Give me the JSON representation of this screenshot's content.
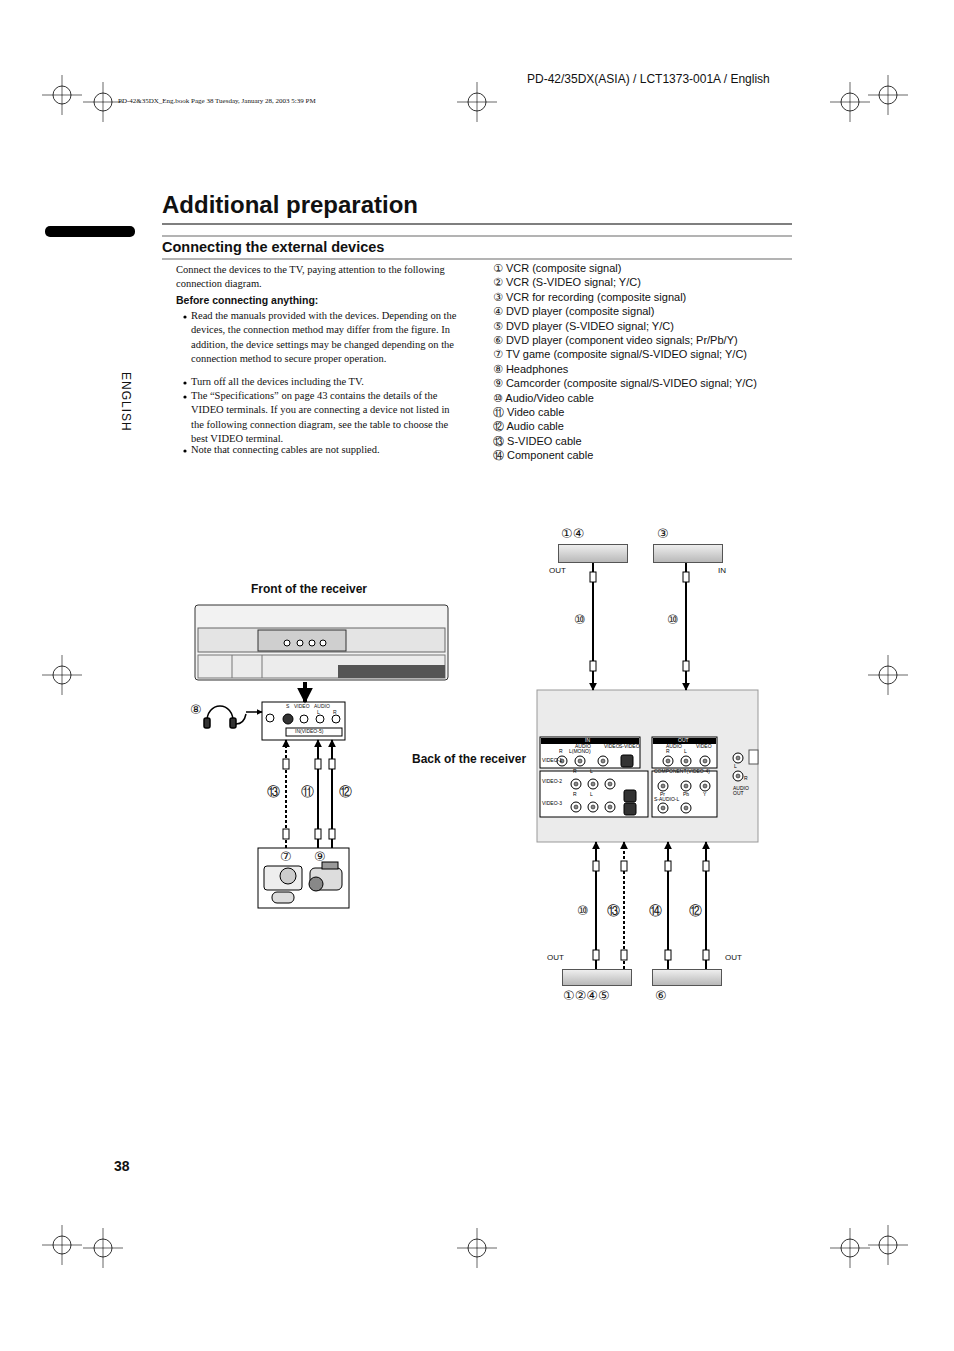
{
  "diagram": {
    "title": "Additional preparation",
    "nodes": [
      {
        "text": [
          "Front of the receiver"
        ]
      },
      {
        "text": [
          "S",
          "VIDEO",
          "AUDIO",
          "L",
          "R",
          "IN(VIDEO-5)"
        ]
      },
      {
        "text": [
          "⑧"
        ]
      },
      {
        "text": [
          "⑦",
          "⑨"
        ]
      },
      {
        "text": [
          "Back of the receiver"
        ]
      },
      {
        "text": [
          "①④",
          "OUT"
        ]
      },
      {
        "text": [
          "③",
          "IN"
        ]
      },
      {
        "text": [
          "OUT",
          "①②④⑤"
        ]
      },
      {
        "text": [
          "OUT",
          "⑥"
        ]
      }
    ],
    "edges": [
      {
        "from": 0,
        "to": 1,
        "arrow": "to"
      },
      {
        "from": 2,
        "to": 1,
        "arrow": "to"
      },
      {
        "from": 3,
        "to": 1,
        "label": "⑬",
        "arrow": "to"
      },
      {
        "from": 3,
        "to": 1,
        "label": "⑪",
        "arrow": "to"
      },
      {
        "from": 3,
        "to": 1,
        "label": "⑫",
        "arrow": "to"
      },
      {
        "from": 5,
        "to": 4,
        "label": "⑩",
        "arrow": "to"
      },
      {
        "from": 6,
        "to": 4,
        "label": "⑩",
        "arrow": "to"
      },
      {
        "from": 7,
        "to": 4,
        "label": "⑩",
        "arrow": "to"
      },
      {
        "from": 7,
        "to": 4,
        "label": "⑬",
        "arrow": "to"
      },
      {
        "from": 8,
        "to": 4,
        "label": "⑭",
        "arrow": "to"
      },
      {
        "from": 8,
        "to": 4,
        "label": "⑫",
        "arrow": "to"
      }
    ],
    "labels": [
      "PD-42/35DX(ASIA) / LCT1373-001A / English",
      "PD-42&35DX_Eng.book  Page 38  Tuesday, January 28, 2003  5:39 PM",
      "Connecting the external devices",
      "Connect the devices to the TV, paying attention to the following connection diagram.",
      "Before connecting anything:",
      "Read the manuals provided with the devices. Depending on the devices, the connection method may differ from the figure. In addition, the device settings may be changed depending on the connection method to secure proper operation.",
      "Turn off all the devices including the TV.",
      "The “Specifications” on page 43 contains the details of the VIDEO terminals. If you are connecting a device not listed in the following connection diagram, see the table to choose the best VIDEO terminal.",
      "Note that connecting cables are not supplied.",
      "① VCR (composite signal)",
      "② VCR (S-VIDEO signal; Y/C)",
      "③ VCR for recording (composite signal)",
      "④ DVD player (composite signal)",
      "⑤ DVD player (S-VIDEO signal; Y/C)",
      "⑥ DVD player (component video signals; Pr/Pb/Y)",
      "⑦ TV game (composite signal/S-VIDEO signal; Y/C)",
      "⑧ Headphones",
      "⑨ Camcorder (composite signal/S-VIDEO signal; Y/C)",
      "⑩ Audio/Video cable",
      "⑪ Video cable",
      "⑫ Audio cable",
      "⑬ S-VIDEO cable",
      "⑭ Component cable",
      "ENGLISH",
      "38",
      "IN",
      "AUDIO",
      "VIDEO",
      "S-VIDEO",
      "R",
      "L(MONO)",
      "VIDEO-1",
      "R",
      "L",
      "VIDEO-2",
      "R",
      "L",
      "VIDEO-3",
      "OUT",
      "AUDIO",
      "VIDEO",
      "R",
      "L",
      "COMPONENT(VIDEO-4)",
      "Pr",
      "Pb",
      "Y",
      "S-AUDIO-L",
      "L",
      "R",
      "AUDIO OUT"
    ]
  }
}
